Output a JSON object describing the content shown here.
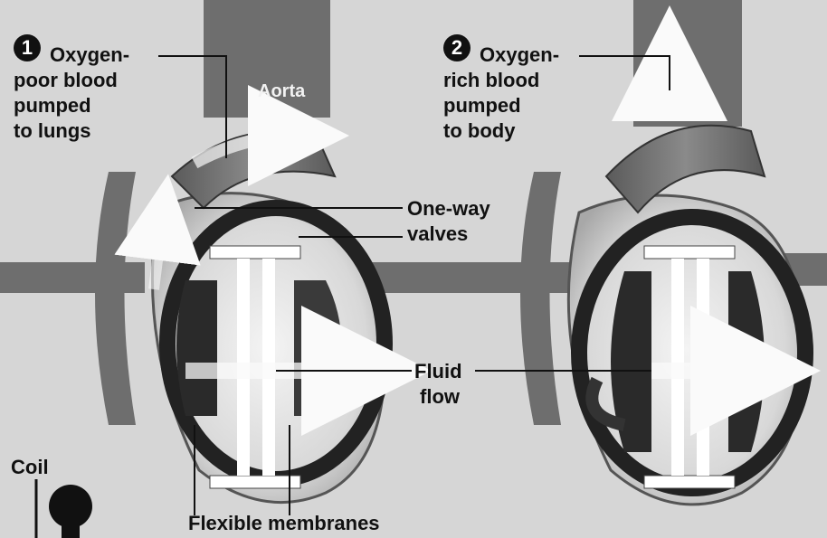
{
  "steps": [
    {
      "number": "1",
      "lines": [
        "Oxygen-",
        "poor blood",
        "pumped",
        "to lungs"
      ]
    },
    {
      "number": "2",
      "lines": [
        "Oxygen-",
        "rich blood",
        "pumped",
        "to body"
      ]
    }
  ],
  "labels": {
    "aorta": "Aorta",
    "valves": [
      "One-way",
      "valves"
    ],
    "fluid": [
      "Fluid",
      "flow"
    ],
    "coil": "Coil",
    "membranes": "Flexible membranes"
  },
  "colors": {
    "background": "#d6d6d6",
    "vessel": "#6e6e6e",
    "shell": "#ededed",
    "chamber": "#2a2a2a",
    "plate": "#ffffff",
    "text": "#111111"
  }
}
